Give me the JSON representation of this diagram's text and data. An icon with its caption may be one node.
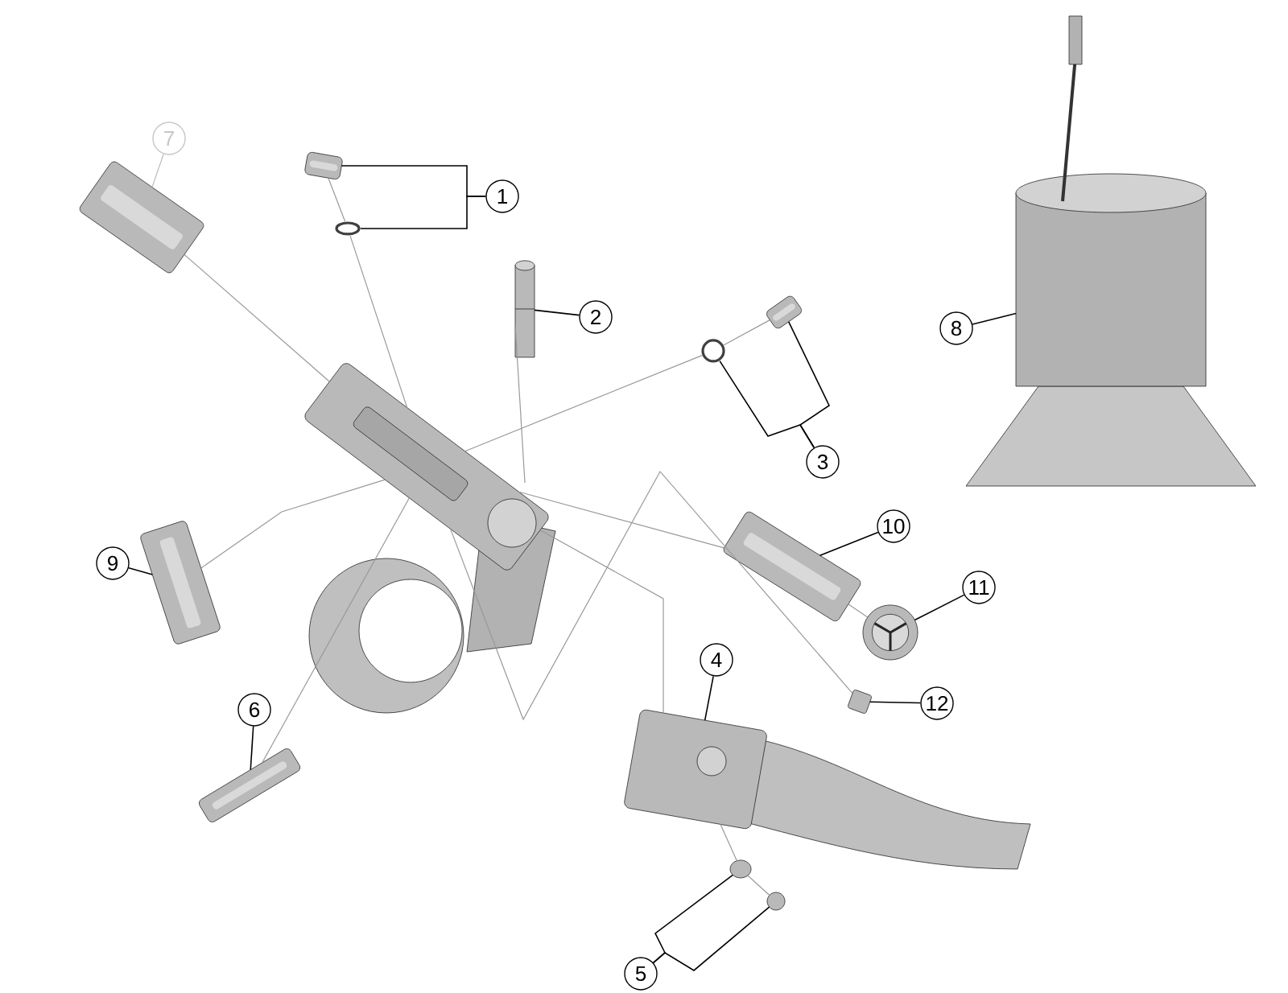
{
  "diagram": {
    "nodes": [
      {
        "text": [
          "7"
        ]
      },
      {
        "text": [
          "1"
        ]
      },
      {
        "text": [
          "2"
        ]
      },
      {
        "text": [
          "3"
        ]
      },
      {
        "text": [
          "8"
        ]
      },
      {
        "text": [
          "9"
        ]
      },
      {
        "text": [
          "10"
        ]
      },
      {
        "text": [
          "11"
        ]
      },
      {
        "text": [
          "4"
        ]
      },
      {
        "text": [
          "6"
        ]
      },
      {
        "text": [
          "12"
        ]
      },
      {
        "text": [
          "5"
        ]
      },
      {
        "text": [],
        "shape": "picture"
      },
      {
        "text": [],
        "shape": "picture"
      },
      {
        "text": [],
        "shape": "circle"
      },
      {
        "text": [],
        "shape": "cylinder"
      },
      {
        "text": [],
        "shape": "circle"
      },
      {
        "text": [],
        "shape": "picture"
      },
      {
        "text": [],
        "shape": "picture"
      },
      {
        "text": [],
        "shape": "picture"
      },
      {
        "text": [],
        "shape": "picture"
      },
      {
        "text": [],
        "shape": "picture"
      },
      {
        "text": [],
        "shape": "box"
      },
      {
        "text": [],
        "shape": "picture"
      },
      {
        "text": [],
        "shape": "picture"
      },
      {
        "text": [],
        "shape": "picture"
      },
      {
        "text": [],
        "shape": "circle"
      },
      {
        "text": [],
        "shape": "circle"
      }
    ],
    "edges": [
      {
        "from": 0,
        "to": 12,
        "arrow": "none",
        "color": "#bbbbbb"
      },
      {
        "from": 1,
        "to": 13,
        "arrow": "none"
      },
      {
        "from": 1,
        "to": 14,
        "arrow": "none"
      },
      {
        "from": 2,
        "to": 15,
        "arrow": "none"
      },
      {
        "from": 3,
        "to": 16,
        "arrow": "none"
      },
      {
        "from": 3,
        "to": 17,
        "arrow": "none"
      },
      {
        "from": 4,
        "to": 18,
        "arrow": "none"
      },
      {
        "from": 5,
        "to": 19,
        "arrow": "none"
      },
      {
        "from": 6,
        "to": 20,
        "arrow": "none"
      },
      {
        "from": 7,
        "to": 21,
        "arrow": "none"
      },
      {
        "from": 8,
        "to": 25,
        "arrow": "none"
      },
      {
        "from": 9,
        "to": 24,
        "arrow": "none"
      },
      {
        "from": 10,
        "to": 22,
        "arrow": "none"
      },
      {
        "from": 11,
        "to": 26,
        "arrow": "none"
      },
      {
        "from": 11,
        "to": 27,
        "arrow": "none"
      },
      {
        "from": 12,
        "to": 23,
        "arrow": "none",
        "color": "#999999"
      },
      {
        "from": 13,
        "to": 14,
        "arrow": "none",
        "color": "#999999"
      },
      {
        "from": 14,
        "to": 23,
        "arrow": "none",
        "color": "#999999"
      },
      {
        "from": 15,
        "to": 23,
        "arrow": "none",
        "color": "#999999"
      },
      {
        "from": 17,
        "to": 16,
        "arrow": "none",
        "color": "#999999"
      },
      {
        "from": 16,
        "to": 23,
        "arrow": "none",
        "color": "#999999"
      },
      {
        "from": 23,
        "to": 20,
        "arrow": "none",
        "color": "#999999"
      },
      {
        "from": 20,
        "to": 21,
        "arrow": "none",
        "color": "#999999"
      },
      {
        "from": 19,
        "to": 23,
        "arrow": "none",
        "color": "#999999"
      },
      {
        "from": 23,
        "to": 22,
        "arrow": "none",
        "color": "#999999"
      },
      {
        "from": 23,
        "to": 25,
        "arrow": "none",
        "color": "#999999"
      },
      {
        "from": 24,
        "to": 23,
        "arrow": "none",
        "color": "#999999"
      },
      {
        "from": 26,
        "to": 25,
        "arrow": "none",
        "color": "#999999"
      },
      {
        "from": 27,
        "to": 26,
        "arrow": "none",
        "color": "#999999"
      }
    ]
  }
}
